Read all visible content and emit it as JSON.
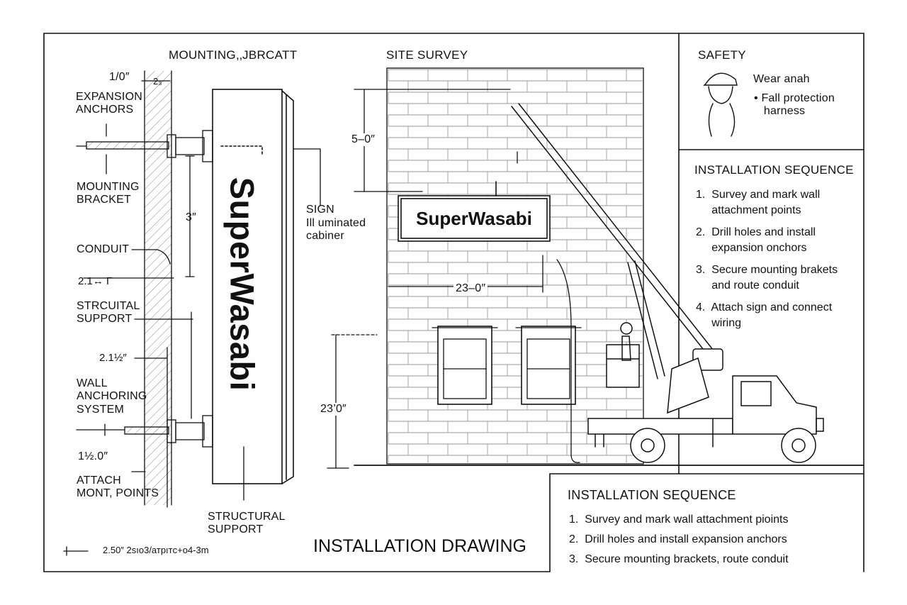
{
  "colors": {
    "ink": "#111111",
    "paper": "#ffffff",
    "hatch": "#888888"
  },
  "mounting": {
    "title": "MOUNTING,‚JBRCATT",
    "dim_top": "1/0″",
    "dim_small": "2₃",
    "expansion_anchors": "EXPANSION\nANCHORS",
    "mounting_bracket": "MOUNTING\nBRACKET",
    "dim_3": "3″",
    "conduit": "CONDUIT",
    "dim_21": "2.1↔ Γ",
    "structural_support": "STRCUITAL\nSUPPORT",
    "dim_212": "2.1½″",
    "wall_anchoring": "WALL\nANCHORING\nSYSTEM",
    "dim_120": "1½.0″",
    "attach_points": "ATTACH\nMONT, POINTS",
    "structural_support_bottom": "STRUCTURAL\nSUPPORT",
    "scale_note": "2.50″ 2sıo3/атрıтc+o4-3m",
    "sign_name": "SuperWasabi",
    "sign_label": "SIGN",
    "sign_desc": "Ill uminated\ncabiner"
  },
  "site_survey": {
    "title": "SITE SURVEY",
    "dim_height": "5–0″",
    "dim_width": "23–0″",
    "dim_ground": "23’0″",
    "sign_name": "SuperWasabi"
  },
  "safety": {
    "title": "SAFETY",
    "item1": "Wear anah",
    "item2": "• Fall protection\n   harness"
  },
  "install_seq_right": {
    "title": "INSTALLATION SEQUENCE",
    "steps": [
      "1.  Survey and mark wall\n     attachment points",
      "2.  Drill holes and install\n     expansion onchors",
      "3.  Secure mounting brakets\n     and route conduit",
      "4.  Attach sign and connect\n     wiring"
    ]
  },
  "install_seq_bottom": {
    "title": "INSTALLATION SEQUENCE",
    "steps": [
      "1.  Survey and mark wall attachment pioints",
      "2.  Drill holes and install expansion anchors",
      "3.  Secure mounting brackets, route conduit"
    ]
  },
  "drawing_title": "INSTALLATION DRAWING"
}
